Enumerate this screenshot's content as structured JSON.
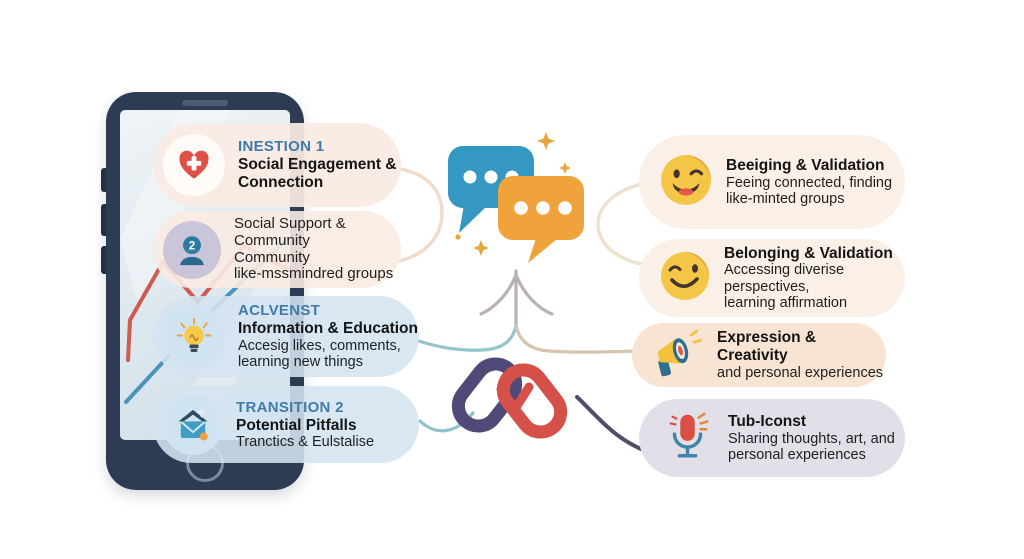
{
  "colors": {
    "phone_body": "#2d3b54",
    "bubble_blue": "#3598c2",
    "bubble_orange": "#f0a33a",
    "chain_purple": "#4f4a78",
    "chain_red": "#d6504a",
    "caption_teal": "#3f7ca8",
    "card_cream": "#faebe3",
    "card_blue": "#d4e4f0",
    "card_peach": "#f7e4d2",
    "card_gray": "#e2dfe8"
  },
  "left_panel": {
    "cards": [
      {
        "id": "social-engagement",
        "icon": "heart-plus-icon",
        "caption": "INESTION 1",
        "title_lines": [
          "Social Engagement &",
          "Connection"
        ],
        "body_lines": []
      },
      {
        "id": "social-support",
        "icon": "person-2-icon",
        "icon_label": "2",
        "caption": "",
        "title_lines": [],
        "body_lines": [
          "Social Support &",
          "Community",
          "Community",
          "like-mssmindred groups"
        ]
      },
      {
        "id": "information-education",
        "icon": "lightbulb-icon",
        "caption": "ACLVENST",
        "title_lines": [
          "Information & Education"
        ],
        "body_lines": [
          "Accesig likes, comments,",
          "learning new things"
        ]
      },
      {
        "id": "potential-pitfalls",
        "icon": "mail-house-icon",
        "caption": "TRANSITION 2",
        "title_lines": [
          "Potential Pitfalls"
        ],
        "body_lines": [
          "Tranctics & Eulstalise"
        ]
      }
    ]
  },
  "right_panel": {
    "cards": [
      {
        "id": "beeiging-validation",
        "icon": "wink-emoji-icon",
        "title": "Beeiging & Validation",
        "body_lines": [
          "Feeing connected, finding",
          "like-minted groups"
        ]
      },
      {
        "id": "belonging-validation",
        "icon": "smile-emoji-icon",
        "title": "Belonging & Validation",
        "body_lines": [
          "Accessing diverise perspectives,",
          "learning affirmation"
        ]
      },
      {
        "id": "expression-creativity",
        "icon": "megaphone-icon",
        "title": "Expression & Creativity",
        "body_lines": [
          "and personal experiences"
        ]
      },
      {
        "id": "tub-iconst",
        "icon": "microphone-icon",
        "title": "Tub-Iconst",
        "body_lines": [
          "Sharing thoughts, art, and",
          "personal experiences"
        ]
      }
    ]
  },
  "center": {
    "icons": [
      "chat-bubbles-icon",
      "sparkle-icon",
      "up-arrow-connector",
      "chain-heart-icon"
    ]
  }
}
